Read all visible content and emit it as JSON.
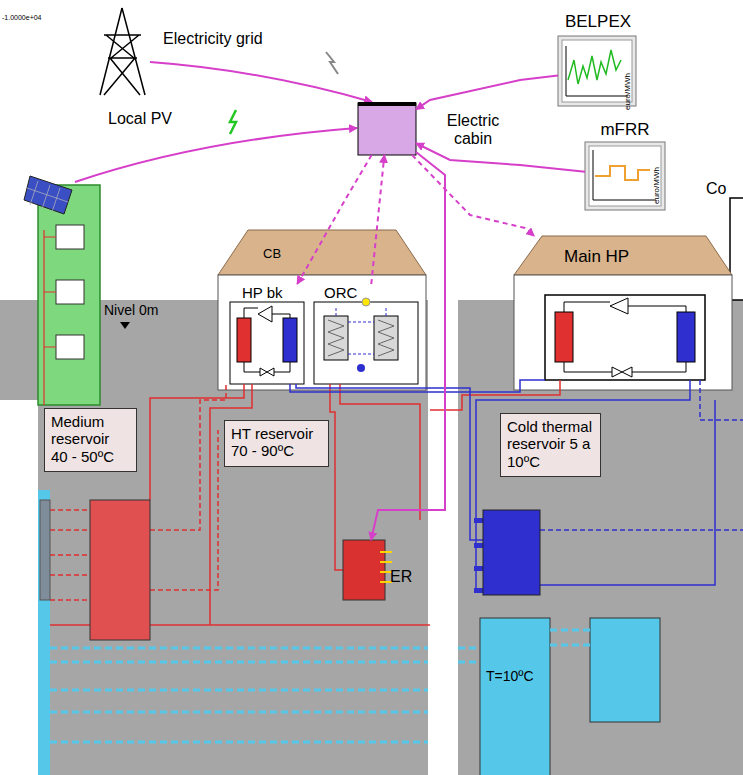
{
  "diagram": {
    "nodes": [
      {
        "text": [
          "Electric cabin"
        ]
      },
      {
        "text": [
          "BELPEX",
          "euro/MWh"
        ]
      },
      {
        "text": [
          "mFRR",
          "euro/MWh"
        ]
      },
      {
        "text": [
          "CB"
        ]
      },
      {
        "text": [
          "HP bk"
        ],
        "in": 3
      },
      {
        "text": [
          "ORC"
        ],
        "in": 3
      },
      {
        "text": [
          "Main HP"
        ]
      },
      {
        "text": [
          "Medium reservoir 40 - 50ºC"
        ]
      },
      {
        "text": [
          "HT reservoir 70 - 90ºC"
        ]
      },
      {
        "text": [
          "Cold thermal reservoir 5 a 10ºC"
        ]
      },
      {
        "text": [
          "ER"
        ]
      },
      {
        "text": [
          "T=10ºC"
        ]
      }
    ],
    "edges": [
      {
        "from": 1,
        "to": 0,
        "arrow": "to"
      },
      {
        "from": 2,
        "to": 0,
        "arrow": "to"
      },
      {
        "from": 0,
        "to": 4,
        "arrow": "to"
      },
      {
        "from": 5,
        "to": 0,
        "arrow": "to"
      },
      {
        "from": 0,
        "to": 10,
        "arrow": "to"
      },
      {
        "from": 0,
        "to": 6,
        "arrow": "to"
      }
    ],
    "labels": [
      "-1.0000e+04",
      "Electricity grid",
      "Local PV",
      "Co",
      "Nivel 0m"
    ]
  }
}
